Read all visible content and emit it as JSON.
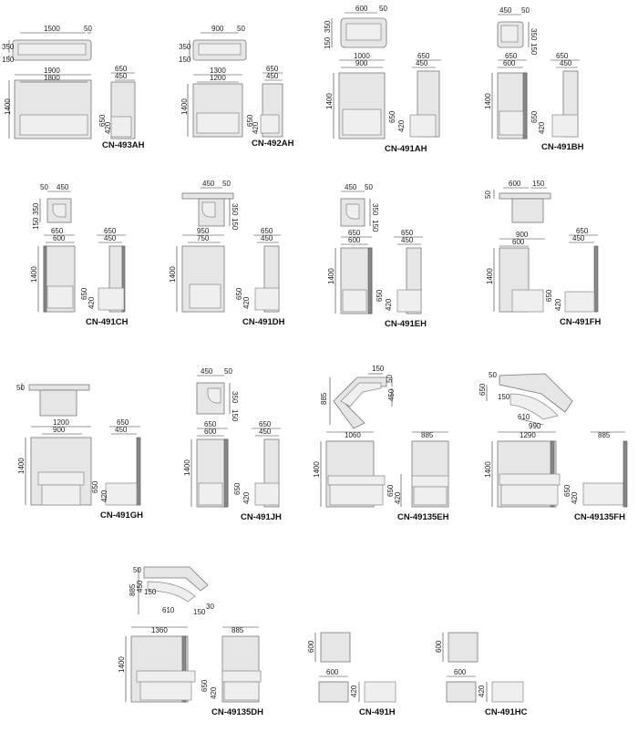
{
  "products": [
    {
      "code": "CN-493AH",
      "width": "1900",
      "inner_width": "1800",
      "plan_width": "1500",
      "plan_depth": "350",
      "plan_back": "150",
      "plan_arm": "50",
      "height": "1400",
      "depth": "650",
      "seat_depth": "450",
      "back_height": "650",
      "seat_height": "420"
    },
    {
      "code": "CN-492AH",
      "width": "1300",
      "inner_width": "1200",
      "plan_width": "900",
      "plan_depth": "350",
      "plan_back": "150",
      "plan_arm": "50",
      "height": "1400",
      "depth": "650",
      "seat_depth": "450",
      "back_height": "650",
      "seat_height": "420"
    },
    {
      "code": "CN-491AH",
      "width": "1000",
      "inner_width": "900",
      "plan_width": "600",
      "plan_depth": "350",
      "plan_back": "150",
      "plan_arm": "50",
      "height": "1400",
      "depth": "650",
      "seat_depth": "450",
      "back_height": "650",
      "seat_height": "420"
    },
    {
      "code": "CN-491BH",
      "width": "650",
      "inner_width": "600",
      "plan_width": "450",
      "plan_depth": "350",
      "plan_back": "150",
      "plan_arm": "50",
      "height": "1400",
      "depth": "650",
      "seat_depth": "450",
      "back_height": "650",
      "seat_height": "420"
    },
    {
      "code": "CN-491CH",
      "width": "650",
      "inner_width": "600",
      "plan_width": "450",
      "plan_depth": "350",
      "plan_back": "150",
      "plan_arm": "50",
      "height": "1400",
      "depth": "650",
      "seat_depth": "450",
      "back_height": "650",
      "seat_height": "420"
    },
    {
      "code": "CN-491DH",
      "width": "950",
      "inner_width": "750",
      "plan_width": "450",
      "plan_depth": "350",
      "plan_back": "150",
      "plan_arm": "50",
      "height": "1400",
      "depth": "650",
      "seat_depth": "450",
      "back_height": "650",
      "seat_height": "420"
    },
    {
      "code": "CN-491EH",
      "width": "650",
      "inner_width": "600",
      "plan_width": "450",
      "plan_depth": "350",
      "plan_back": "150",
      "plan_arm": "50",
      "height": "1400",
      "depth": "650",
      "seat_depth": "450",
      "back_height": "650",
      "seat_height": "420"
    },
    {
      "code": "CN-491FH",
      "width": "900",
      "inner_width": "600",
      "plan_width": "600",
      "plan_back": "150",
      "plan_arm": "50",
      "height": "1400",
      "depth": "650",
      "seat_depth": "450",
      "back_height": "650",
      "seat_height": "420"
    },
    {
      "code": "CN-491GH",
      "width": "1200",
      "inner_width": "900",
      "plan_arm": "50",
      "height": "1400",
      "depth": "650",
      "seat_depth": "450",
      "back_height": "650",
      "seat_height": "420"
    },
    {
      "code": "CN-491JH",
      "width": "650",
      "inner_width": "600",
      "plan_width": "450",
      "plan_depth": "350",
      "plan_back": "150",
      "plan_arm": "50",
      "height": "1400",
      "depth": "650",
      "seat_depth": "450",
      "back_height": "650",
      "seat_height": "420"
    },
    {
      "code": "CN-49135EH",
      "width": "1060",
      "side_width": "885",
      "plan_depth": "885",
      "plan_mid": "450",
      "plan_back": "150",
      "plan_arm": "50",
      "height": "1400",
      "back_height": "650",
      "seat_height": "420"
    },
    {
      "code": "CN-49135FH",
      "width": "1290",
      "side_width": "885",
      "plan_depth": "650",
      "plan_width": "990",
      "plan_radius": "610",
      "plan_back": "150",
      "plan_arm": "50",
      "height": "1400",
      "back_height": "650",
      "seat_height": "420"
    },
    {
      "code": "CN-49135DH",
      "width": "1360",
      "side_width": "885",
      "plan_depth": "885",
      "plan_mid": "450",
      "plan_radius": "610",
      "plan_back": "150",
      "plan_corner": "30",
      "plan_arm": "50",
      "height": "1400",
      "back_height": "650",
      "seat_height": "420"
    },
    {
      "code": "CN-491H",
      "plan_size": "600",
      "width": "600",
      "seat_height": "420"
    },
    {
      "code": "CN-491HC",
      "plan_size": "600",
      "width": "600",
      "seat_height": "420"
    }
  ]
}
